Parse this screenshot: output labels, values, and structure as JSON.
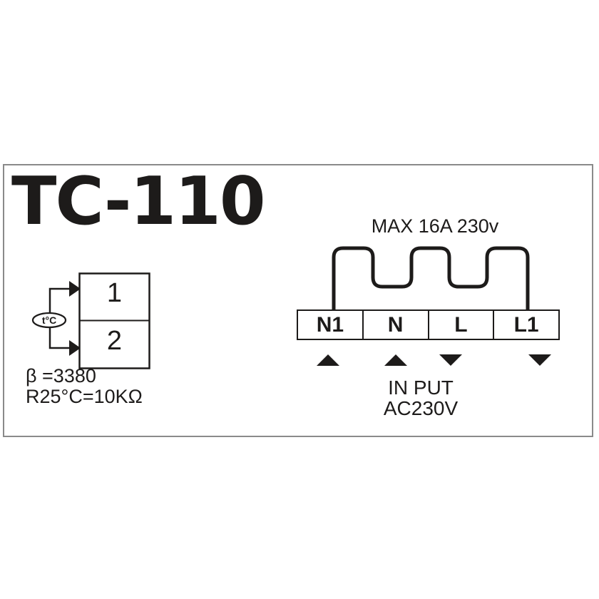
{
  "title": "TC-110",
  "sensor": {
    "probe_label": "t°C",
    "terminal_1": "1",
    "terminal_2": "2",
    "beta_line": "β =3380",
    "resistance_line": "R25°C=10KΩ"
  },
  "load": {
    "max_rating": "MAX 16A 230v"
  },
  "terminals": {
    "labels": [
      "N1",
      "N",
      "L",
      "L1"
    ],
    "arrows": [
      "up",
      "up",
      "down",
      "down"
    ]
  },
  "input": {
    "line1": "IN PUT",
    "line2": "AC230V"
  },
  "colors": {
    "ink": "#1d1b1a",
    "frame_border": "#8a8a8a",
    "background": "#ffffff"
  }
}
